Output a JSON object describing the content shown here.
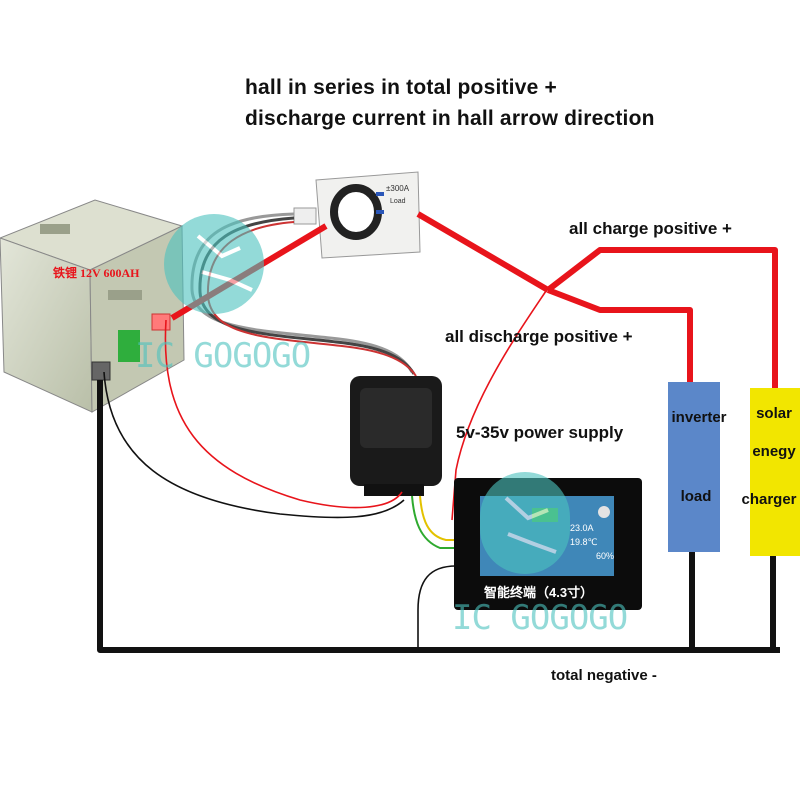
{
  "heading": {
    "line1": "hall in series in total positive +",
    "line2": "discharge current in hall arrow direction"
  },
  "labels": {
    "charge_positive": "all charge positive +",
    "discharge_positive": "all discharge positive +",
    "power_supply": "5v-35v power supply",
    "total_negative": "total negative -"
  },
  "battery": {
    "label": "铁锂 12V 600AH"
  },
  "hall_sensor": {
    "rating": "±300A",
    "tag": "Load"
  },
  "display": {
    "caption": "智能终端（4.3寸）",
    "readout_1": "23.0A",
    "readout_2": "19.8℃",
    "readout_3": "60%"
  },
  "inverter": {
    "line1": "inverter",
    "line2": "load"
  },
  "charger": {
    "line1": "solar",
    "line2": "enegy",
    "line3": "charger"
  },
  "watermark": {
    "text": "IC GOGOGO"
  },
  "colors": {
    "positive_wire": "#e8141b",
    "negative_wire": "#111111",
    "inverter_box": "#5b87c9",
    "charger_box": "#f2e600",
    "battery_body": "#cfd4c2"
  }
}
